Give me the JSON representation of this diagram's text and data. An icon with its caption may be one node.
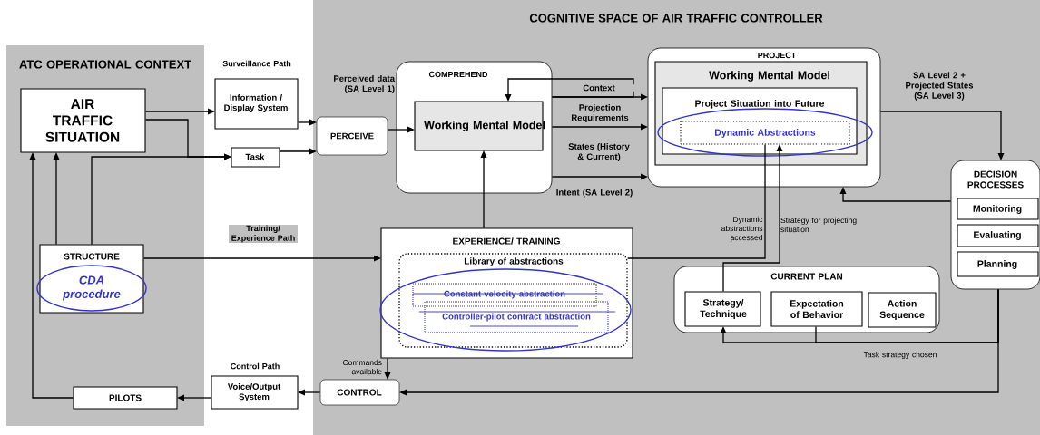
{
  "diagram": {
    "nodes": [
      {
        "text": [
          "ATC OPERATIONAL CONTEXT"
        ]
      },
      {
        "text": [
          "COGNITIVE SPACE OF AIR TRAFFIC CONTROLLER"
        ]
      },
      {
        "text": [
          "AIR TRAFFIC SITUATION"
        ],
        "in": 0
      },
      {
        "text": [
          "STRUCTURE",
          "CDA procedure"
        ],
        "in": 0
      },
      {
        "text": [
          "PILOTS"
        ],
        "in": 0
      },
      {
        "text": [
          "Information / Display System"
        ],
        "beside": [
          "Surveillance Path"
        ]
      },
      {
        "text": [
          "Task"
        ]
      },
      {
        "text": [
          "Voice/Output System"
        ],
        "beside": [
          "Control Path"
        ]
      },
      {
        "text": [
          "PERCEIVE"
        ],
        "in": 1
      },
      {
        "text": [
          "COMPREHEND"
        ],
        "in": 1
      },
      {
        "text": [
          "Working Mental Model"
        ],
        "in": 9
      },
      {
        "text": [
          "PROJECT"
        ],
        "in": 1
      },
      {
        "text": [
          "Working Mental Model"
        ],
        "in": 11
      },
      {
        "text": [
          "Project Situation into Future"
        ],
        "in": 12
      },
      {
        "text": [
          "Dynamic Abstractions"
        ],
        "in": 13
      },
      {
        "text": [
          "EXPERIENCE/ TRAINING"
        ],
        "in": 1
      },
      {
        "text": [
          "Library of abstractions"
        ],
        "in": 15
      },
      {
        "text": [
          "Constant velocity abstraction"
        ],
        "in": 16
      },
      {
        "text": [
          "Controller-pilot contract abstraction"
        ],
        "in": 16
      },
      {
        "text": [
          "CONTROL"
        ],
        "in": 1
      },
      {
        "text": [
          "CURRENT PLAN"
        ],
        "in": 1
      },
      {
        "text": [
          "Strategy/ Technique"
        ],
        "in": 20
      },
      {
        "text": [
          "Expectation of Behavior"
        ],
        "in": 20
      },
      {
        "text": [
          "Action Sequence"
        ],
        "in": 20
      },
      {
        "text": [
          "DECISION PROCESSES"
        ],
        "in": 1
      },
      {
        "text": [
          "Monitoring"
        ],
        "in": 24
      },
      {
        "text": [
          "Evaluating"
        ],
        "in": 24
      },
      {
        "text": [
          "Planning"
        ],
        "in": 24
      }
    ],
    "edges": [
      {
        "from": 2,
        "to": 5,
        "arrow": "to"
      },
      {
        "from": 2,
        "to": 6,
        "arrow": "to"
      },
      {
        "from": 3,
        "to": 6,
        "arrow": "to"
      },
      {
        "from": 3,
        "to": 2,
        "arrow": "to"
      },
      {
        "from": 4,
        "to": 2,
        "arrow": "to"
      },
      {
        "from": 5,
        "to": 8,
        "arrow": "to"
      },
      {
        "from": 6,
        "to": 8,
        "arrow": "to"
      },
      {
        "from": 8,
        "to": 10,
        "arrow": "to",
        "label": "Perceived data (SA Level 1)"
      },
      {
        "from": 9,
        "to": 11,
        "arrow": "to",
        "label": "Context"
      },
      {
        "from": 9,
        "to": 10,
        "arrow": "to"
      },
      {
        "from": 9,
        "to": 11,
        "arrow": "to",
        "label": "Projection Requirements"
      },
      {
        "from": 9,
        "to": 11,
        "arrow": "to",
        "label": "Intent (SA Level 2)"
      },
      {
        "from": 15,
        "to": 10,
        "arrow": "to"
      },
      {
        "from": 3,
        "to": 15,
        "arrow": "to",
        "label": "Training/ Experience Path"
      },
      {
        "from": 16,
        "to": 14,
        "arrow": "none",
        "label": "Dynamic abstractions accessed"
      },
      {
        "from": 21,
        "to": 14,
        "arrow": "to",
        "label": "Strategy for projecting situation"
      },
      {
        "from": 24,
        "to": 11,
        "arrow": "to"
      },
      {
        "from": 11,
        "to": 24,
        "arrow": "to",
        "label": "SA Level 2 + Projected States (SA Level 3)"
      },
      {
        "from": 24,
        "to": 21,
        "arrow": "to",
        "label": "Task strategy chosen"
      },
      {
        "from": 24,
        "to": 22,
        "arrow": "none"
      },
      {
        "from": 24,
        "to": 19,
        "arrow": "to"
      },
      {
        "from": 19,
        "to": 7,
        "arrow": "to"
      },
      {
        "from": 7,
        "to": 4,
        "arrow": "to"
      },
      {
        "from": 15,
        "to": 19,
        "arrow": "to",
        "label": "Commands available"
      }
    ],
    "labels": [
      "States (History & Current)"
    ]
  }
}
